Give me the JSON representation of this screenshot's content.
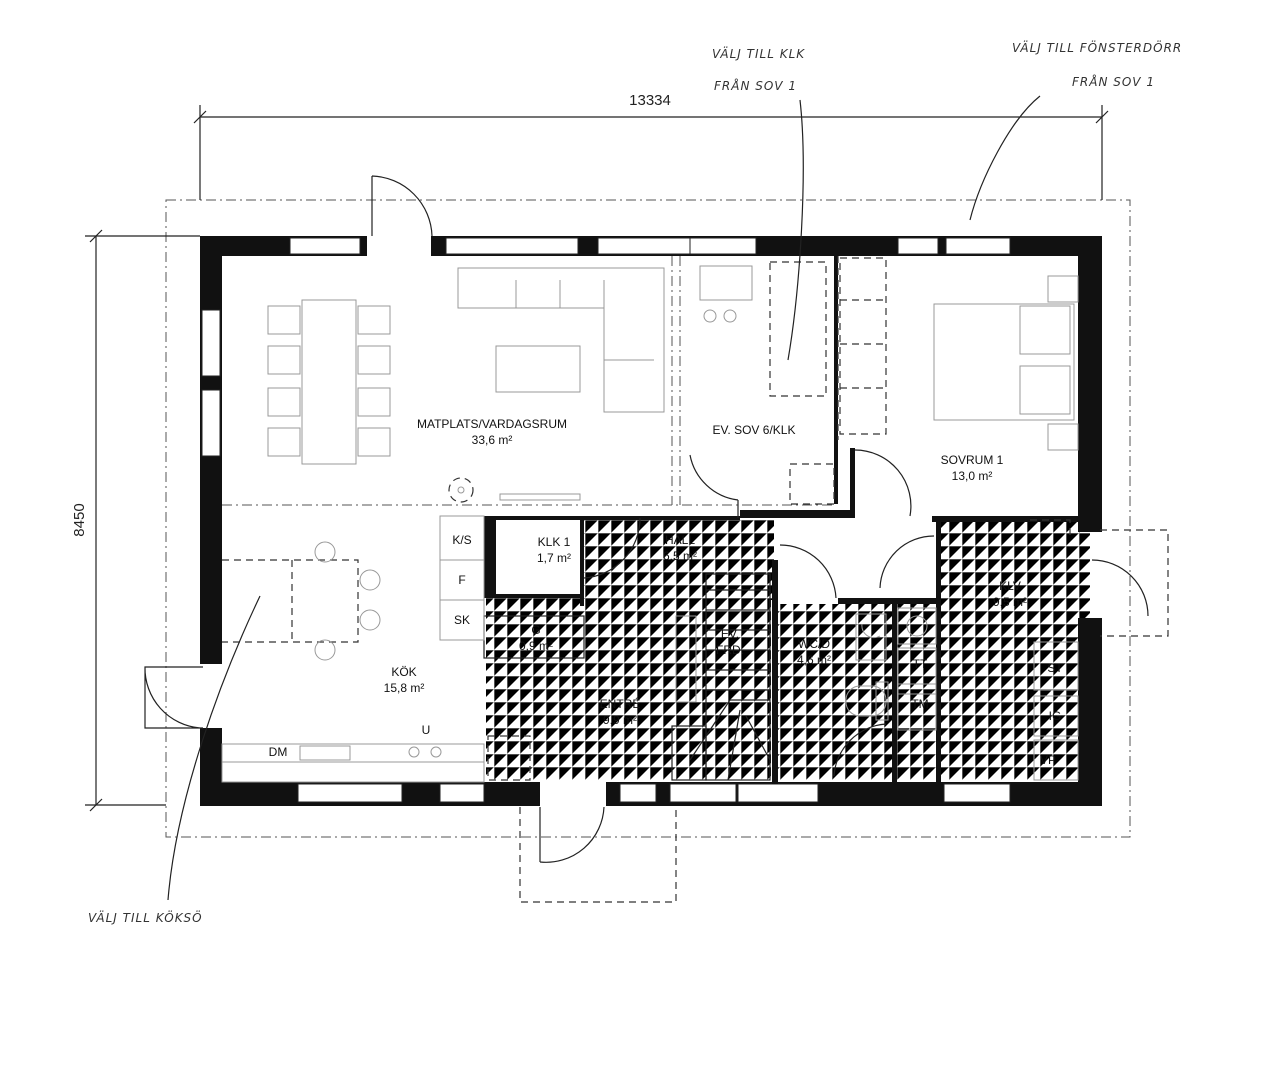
{
  "dimensions": {
    "width_label": "13334",
    "height_label": "8450"
  },
  "rooms": [
    {
      "id": "matplats",
      "name": "MATPLATS/VARDAGSRUM",
      "area": "33,6 m²"
    },
    {
      "id": "ev-sov",
      "name": "EV. SOV 6/KLK",
      "area": ""
    },
    {
      "id": "sovrum1",
      "name": "SOVRUM 1",
      "area": "13,0 m²"
    },
    {
      "id": "klk1",
      "name": "KLK 1",
      "area": "1,7 m²"
    },
    {
      "id": "hall",
      "name": "HALL",
      "area": "6,5 m²"
    },
    {
      "id": "klv",
      "name": "KLV",
      "area": "9,5 m²"
    },
    {
      "id": "kok",
      "name": "KÖK",
      "area": "15,8 m²"
    },
    {
      "id": "g",
      "name": "G",
      "area": "0,9 m²"
    },
    {
      "id": "entre",
      "name": "ENTRÉ",
      "area": "9,9 m²"
    },
    {
      "id": "wcd",
      "name": "WC/D",
      "area": "4,6 m²"
    }
  ],
  "fixtures": {
    "ks": "K/S",
    "f": "F",
    "sk": "SK",
    "dm": "DM",
    "u": "U",
    "tt": "TT",
    "tm": "TM",
    "st": "ST",
    "ig": "IG",
    "vp": "VP",
    "ev_frd": "EV.",
    "ev_frd2": "FRD."
  },
  "notes": {
    "klk_line1": "VÄLJ TILL KLK",
    "klk_line2": "FRÅN SOV 1",
    "door_line1": "VÄLJ TILL FÖNSTERDÖRR",
    "door_line2": "FRÅN SOV 1",
    "kok": "VÄLJ TILL KÖKSÖ"
  },
  "colors": {
    "wall": "#111111",
    "tile_grid": "#cfcfcf",
    "furniture": "#999999"
  }
}
